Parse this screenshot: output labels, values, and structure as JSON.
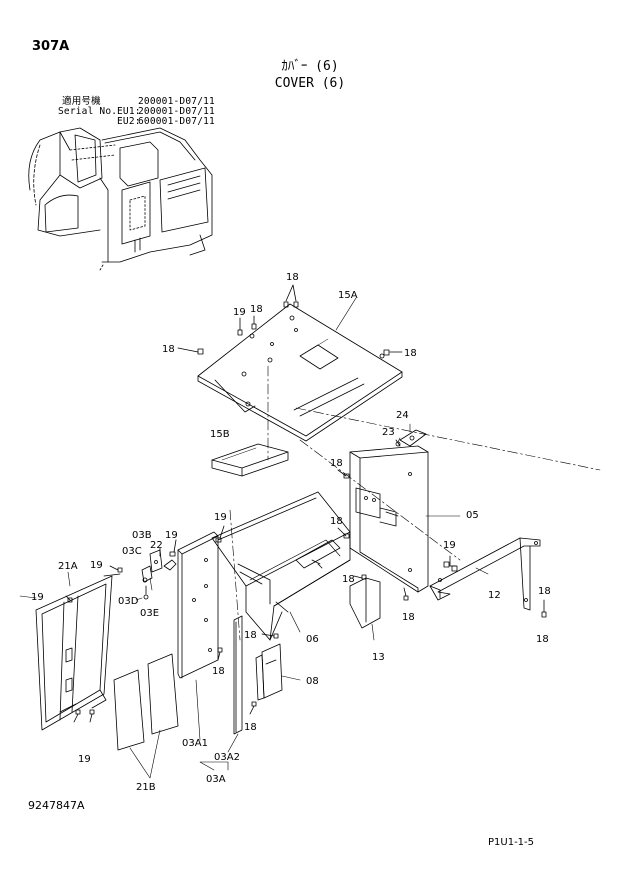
{
  "page_number": "307A",
  "title_japanese": "ｶﾊﾞｰ (6)",
  "title_english": "COVER (6)",
  "serial": {
    "label_japanese": "適用号機",
    "label_english": "Serial No.",
    "rows": [
      {
        "prefix": "",
        "range": "200001-D07/11"
      },
      {
        "prefix": "EU1:",
        "range": "200001-D07/11"
      },
      {
        "prefix": "EU2:",
        "range": "600001-D07/11"
      }
    ]
  },
  "drawing_number": "9247847A",
  "page_reference": "P1U1-1-5",
  "callouts": {
    "c18a": "18",
    "c15A": "15A",
    "c19a": "19",
    "c18b": "18",
    "c18c": "18",
    "c18d": "18",
    "c15B": "15B",
    "c24": "24",
    "c23": "23",
    "c18e": "18",
    "c05": "05",
    "c18f": "18",
    "c19b": "19",
    "c03B": "03B",
    "c19c": "19",
    "c22": "22",
    "c03C": "03C",
    "c19d": "19",
    "c12": "12",
    "c18g": "18",
    "c18h": "18",
    "c18i": "18",
    "c18j": "18",
    "c21A": "21A",
    "c19e": "19",
    "c19f": "19",
    "c03D": "03D",
    "c03E": "03E",
    "c06": "06",
    "c13": "13",
    "c18k": "18",
    "c08": "08",
    "c18l": "18",
    "c18m": "18",
    "c19g": "19",
    "c03A1": "03A1",
    "c03A2": "03A2",
    "c03A": "03A",
    "c21B": "21B"
  }
}
